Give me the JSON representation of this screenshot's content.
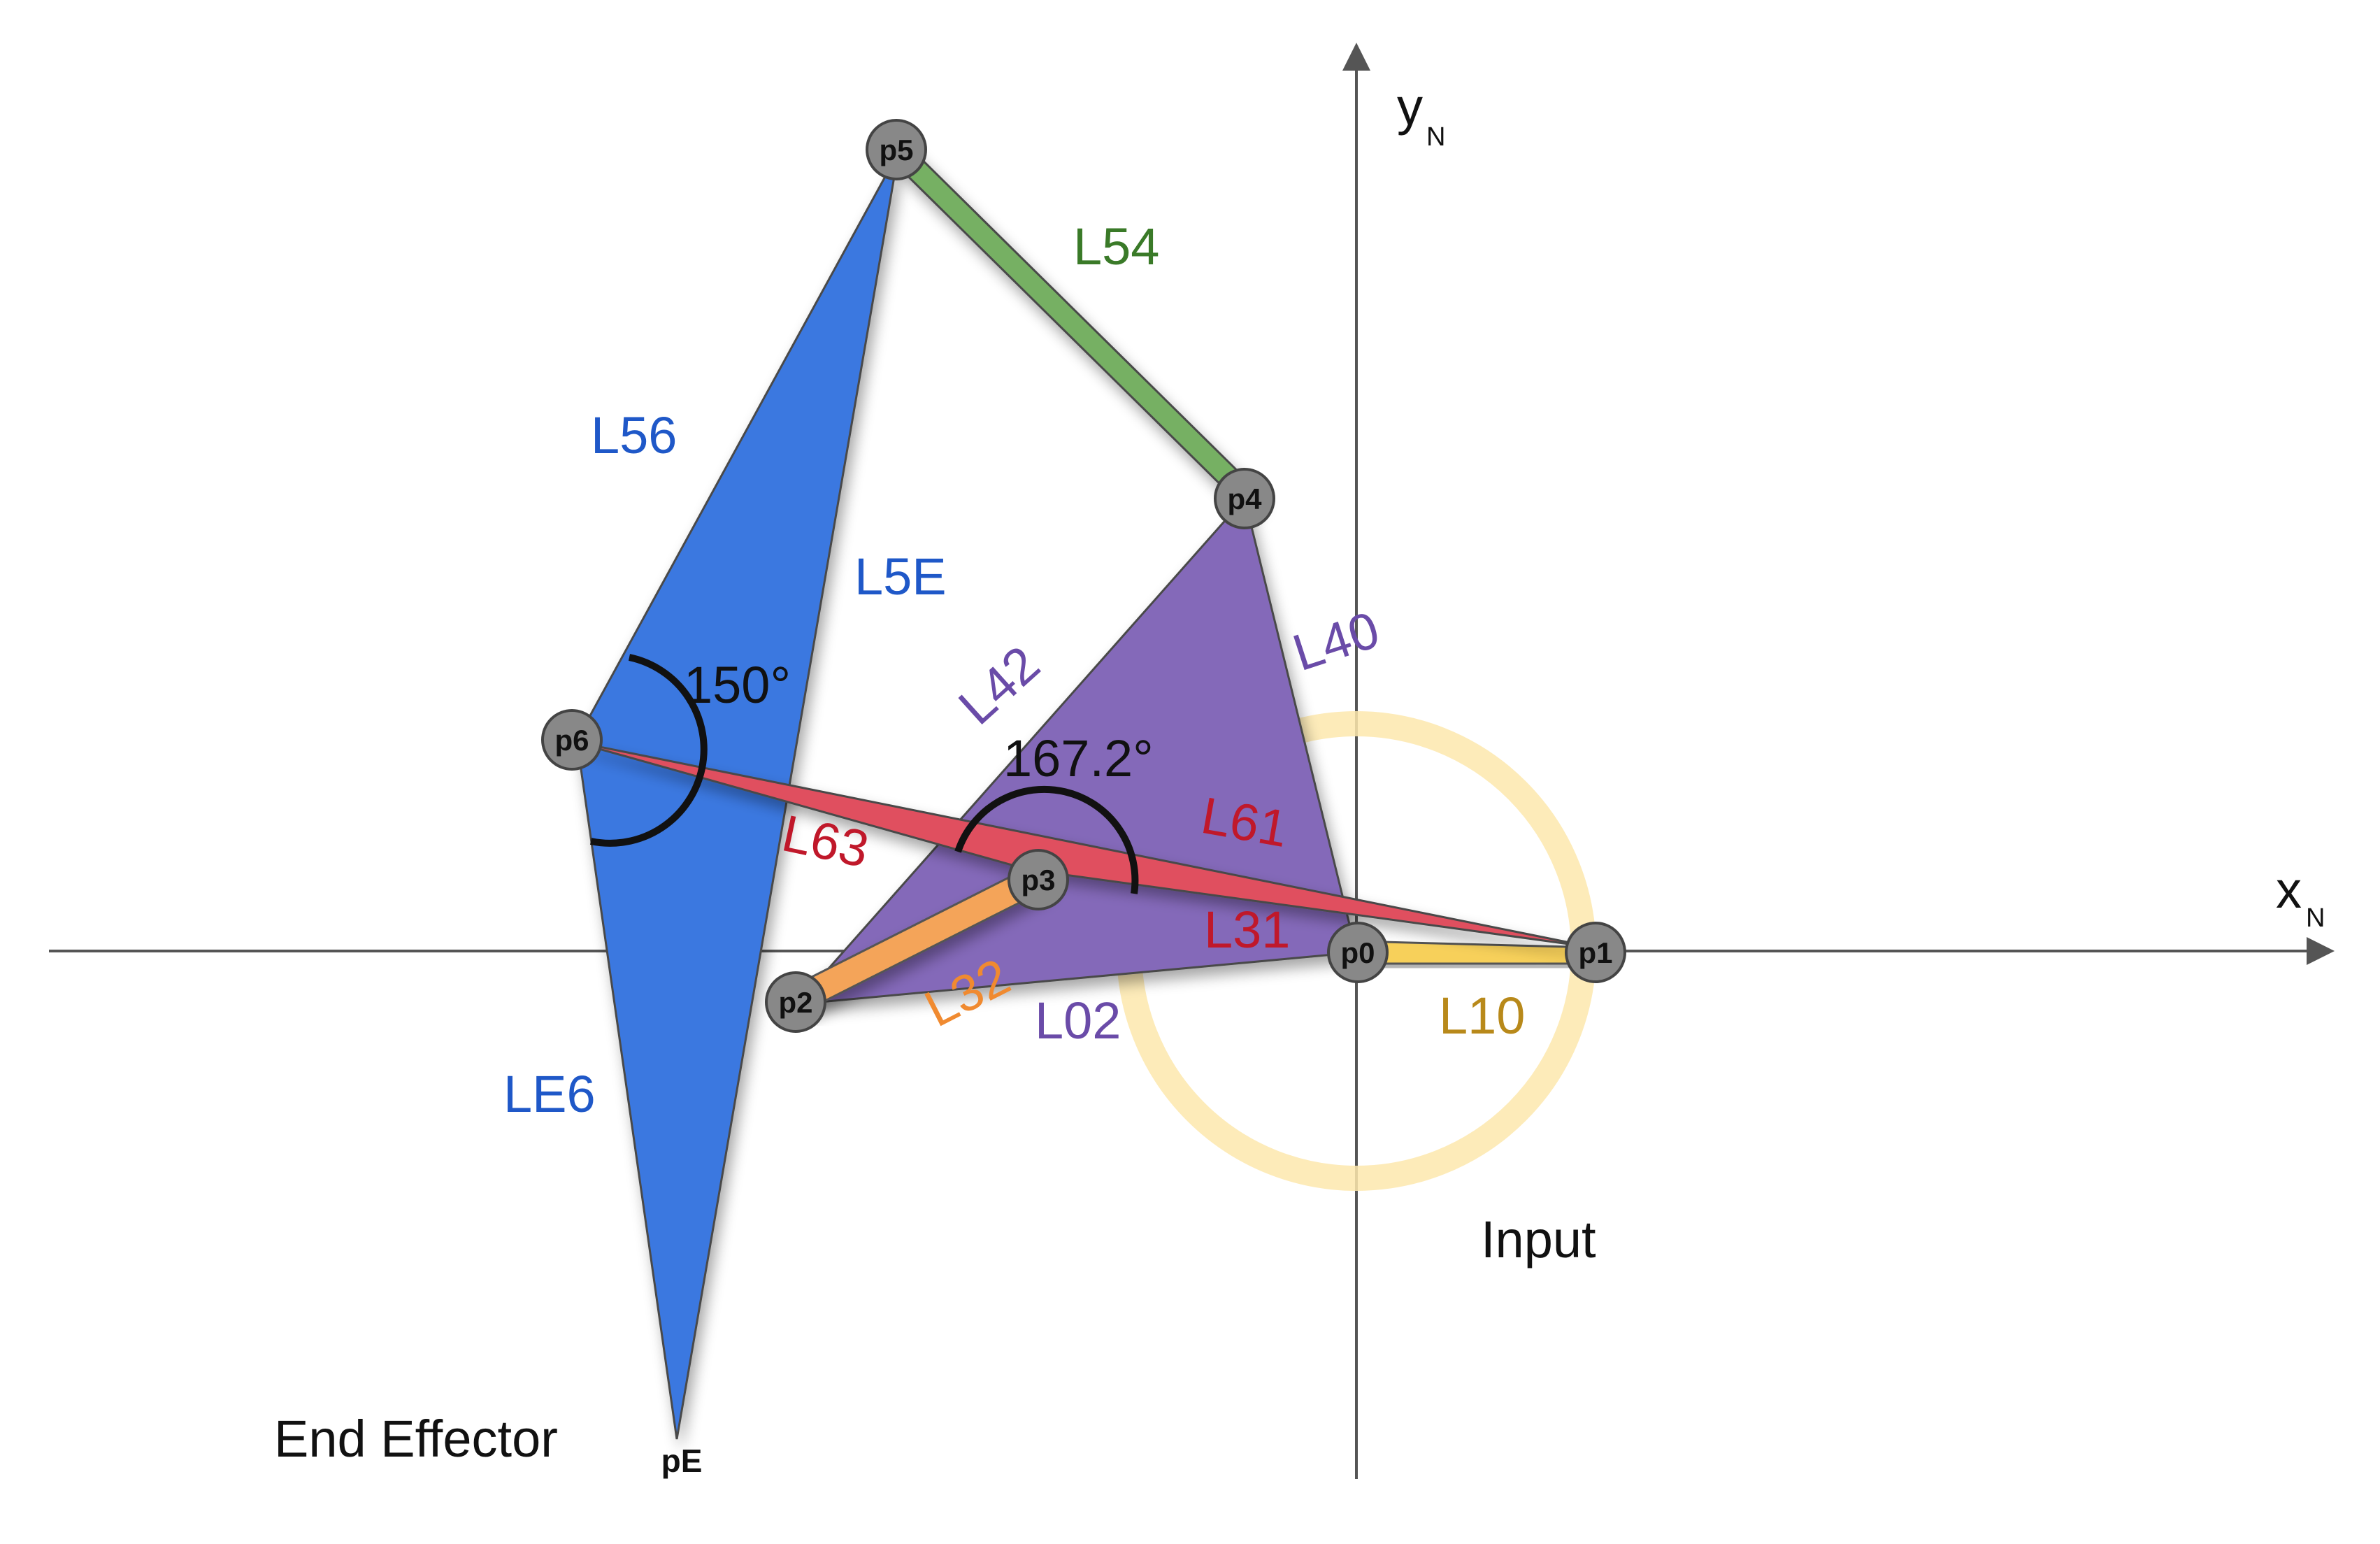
{
  "axes": {
    "x_label": "x",
    "x_sub": "N",
    "y_label": "y",
    "y_sub": "N"
  },
  "nodes": {
    "p0": "p0",
    "p1": "p1",
    "p2": "p2",
    "p3": "p3",
    "p4": "p4",
    "p5": "p5",
    "p6": "p6",
    "pE": "pE"
  },
  "links": {
    "L54": "L54",
    "L56": "L56",
    "L5E": "L5E",
    "LE6": "LE6",
    "L42": "L42",
    "L40": "L40",
    "L63": "L63",
    "L61": "L61",
    "L31": "L31",
    "L32": "L32",
    "L02": "L02",
    "L10": "L10"
  },
  "angles": {
    "a1": "150°",
    "a2": "167.2°"
  },
  "annotations": {
    "input": "Input",
    "end_effector": "End Effector"
  },
  "colors": {
    "blue": "#3a78e0",
    "purple": "#8469b9",
    "red": "#e0505e",
    "orange": "#f4a459",
    "yellow": "#f7d05a",
    "green": "#76b063",
    "input_ring": "#fde9b4",
    "node_fill": "#888888"
  }
}
